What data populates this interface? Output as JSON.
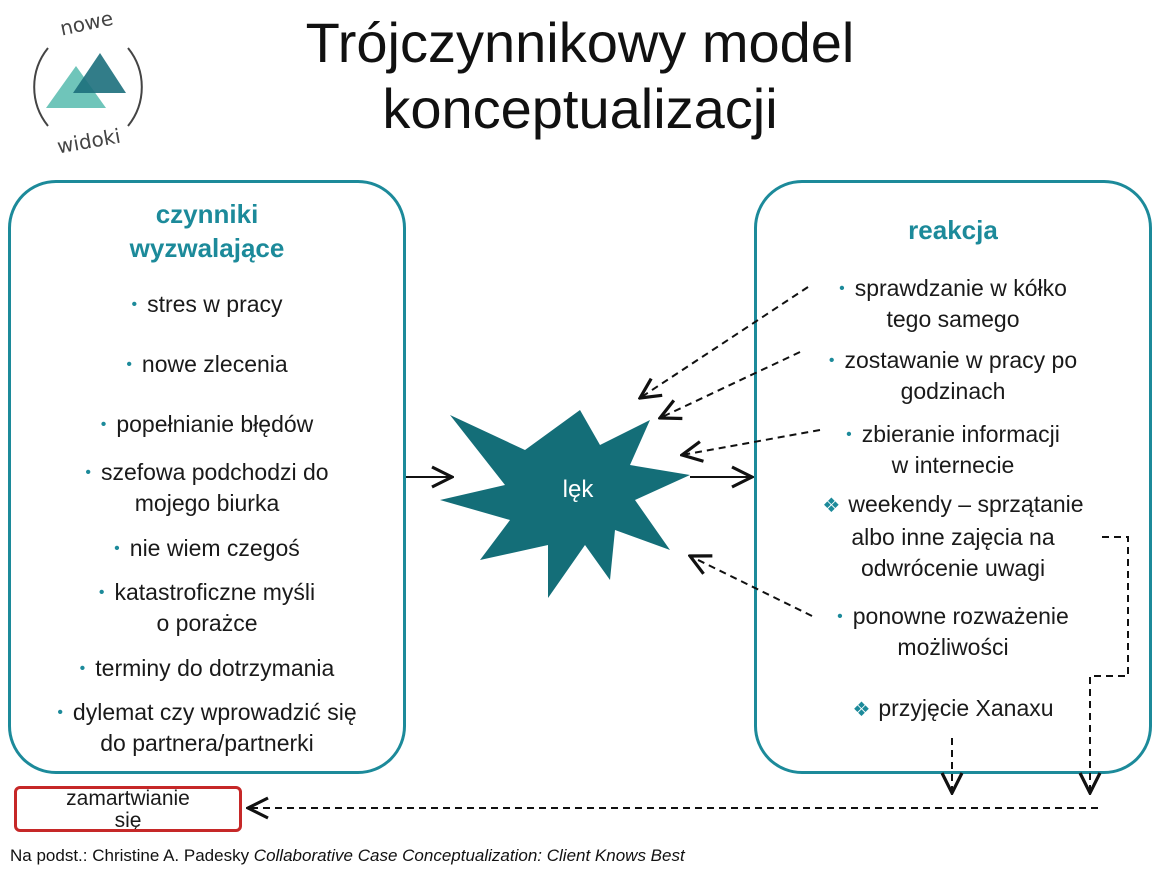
{
  "title": "Trójczynnikowy model konceptualizacji",
  "logo": {
    "top_text": "nowe",
    "bottom_text": "widoki"
  },
  "left_panel": {
    "heading_line1": "czynniki",
    "heading_line2": "wyzwalające",
    "items": [
      [
        "stres w pracy"
      ],
      [
        "nowe zlecenia"
      ],
      [
        "popełnianie błędów"
      ],
      [
        "szefowa podchodzi do",
        "mojego biurka"
      ],
      [
        "nie wiem czegoś"
      ],
      [
        "katastroficzne myśli",
        "o porażce"
      ],
      [
        "terminy do dotrzymania"
      ],
      [
        "dylemat czy wprowadzić się",
        "do partnera/partnerki"
      ]
    ]
  },
  "center": {
    "label": "lęk"
  },
  "right_panel": {
    "heading": "reakcja",
    "items": [
      {
        "marker": "•",
        "lines": [
          "sprawdzanie w kółko",
          "tego samego"
        ]
      },
      {
        "marker": "•",
        "lines": [
          "zostawanie w pracy po",
          "godzinach"
        ]
      },
      {
        "marker": "•",
        "lines": [
          "zbieranie informacji",
          "w internecie"
        ]
      },
      {
        "marker": "❖",
        "lines": [
          "weekendy – sprzątanie",
          "albo inne zajęcia na",
          "odwrócenie uwagi"
        ]
      },
      {
        "marker": "•",
        "lines": [
          "ponowne rozważenie",
          "możliwości"
        ]
      },
      {
        "marker": "❖",
        "lines": [
          "przyjęcie Xanaxu"
        ]
      }
    ]
  },
  "outcome": {
    "line1": "zamartwianie",
    "line2": "się"
  },
  "source": {
    "prefix": "Na podst.: Christine A. Padesky ",
    "title": "Collaborative Case Conceptualization: Client Knows Best"
  },
  "colors": {
    "accent": "#1c8a9a",
    "star": "#146e78",
    "outcome_border": "#c62828"
  }
}
